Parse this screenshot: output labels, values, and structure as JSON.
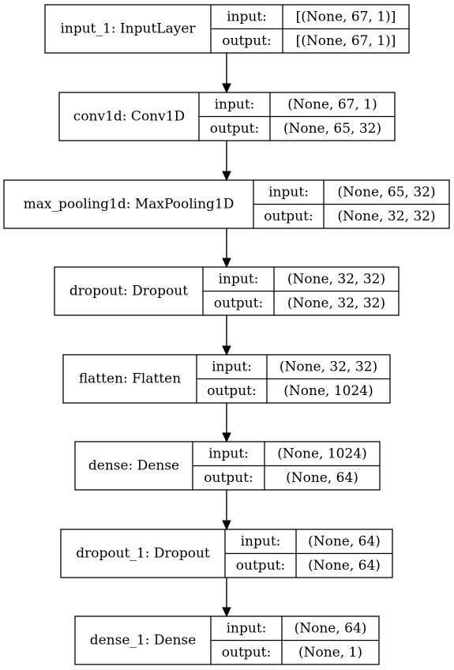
{
  "port_labels": {
    "input": "input:",
    "output": "output:"
  },
  "layers": [
    {
      "name": "input_1: InputLayer",
      "input": "[(None, 67, 1)]",
      "output": "[(None, 67, 1)]"
    },
    {
      "name": "conv1d: Conv1D",
      "input": "(None, 67, 1)",
      "output": "(None, 65, 32)"
    },
    {
      "name": "max_pooling1d: MaxPooling1D",
      "input": "(None, 65, 32)",
      "output": "(None, 32, 32)"
    },
    {
      "name": "dropout: Dropout",
      "input": "(None, 32, 32)",
      "output": "(None, 32, 32)"
    },
    {
      "name": "flatten: Flatten",
      "input": "(None, 32, 32)",
      "output": "(None, 1024)"
    },
    {
      "name": "dense: Dense",
      "input": "(None, 1024)",
      "output": "(None, 64)"
    },
    {
      "name": "dropout_1: Dropout",
      "input": "(None, 64)",
      "output": "(None, 64)"
    },
    {
      "name": "dense_1: Dense",
      "input": "(None, 64)",
      "output": "(None, 1)"
    }
  ]
}
